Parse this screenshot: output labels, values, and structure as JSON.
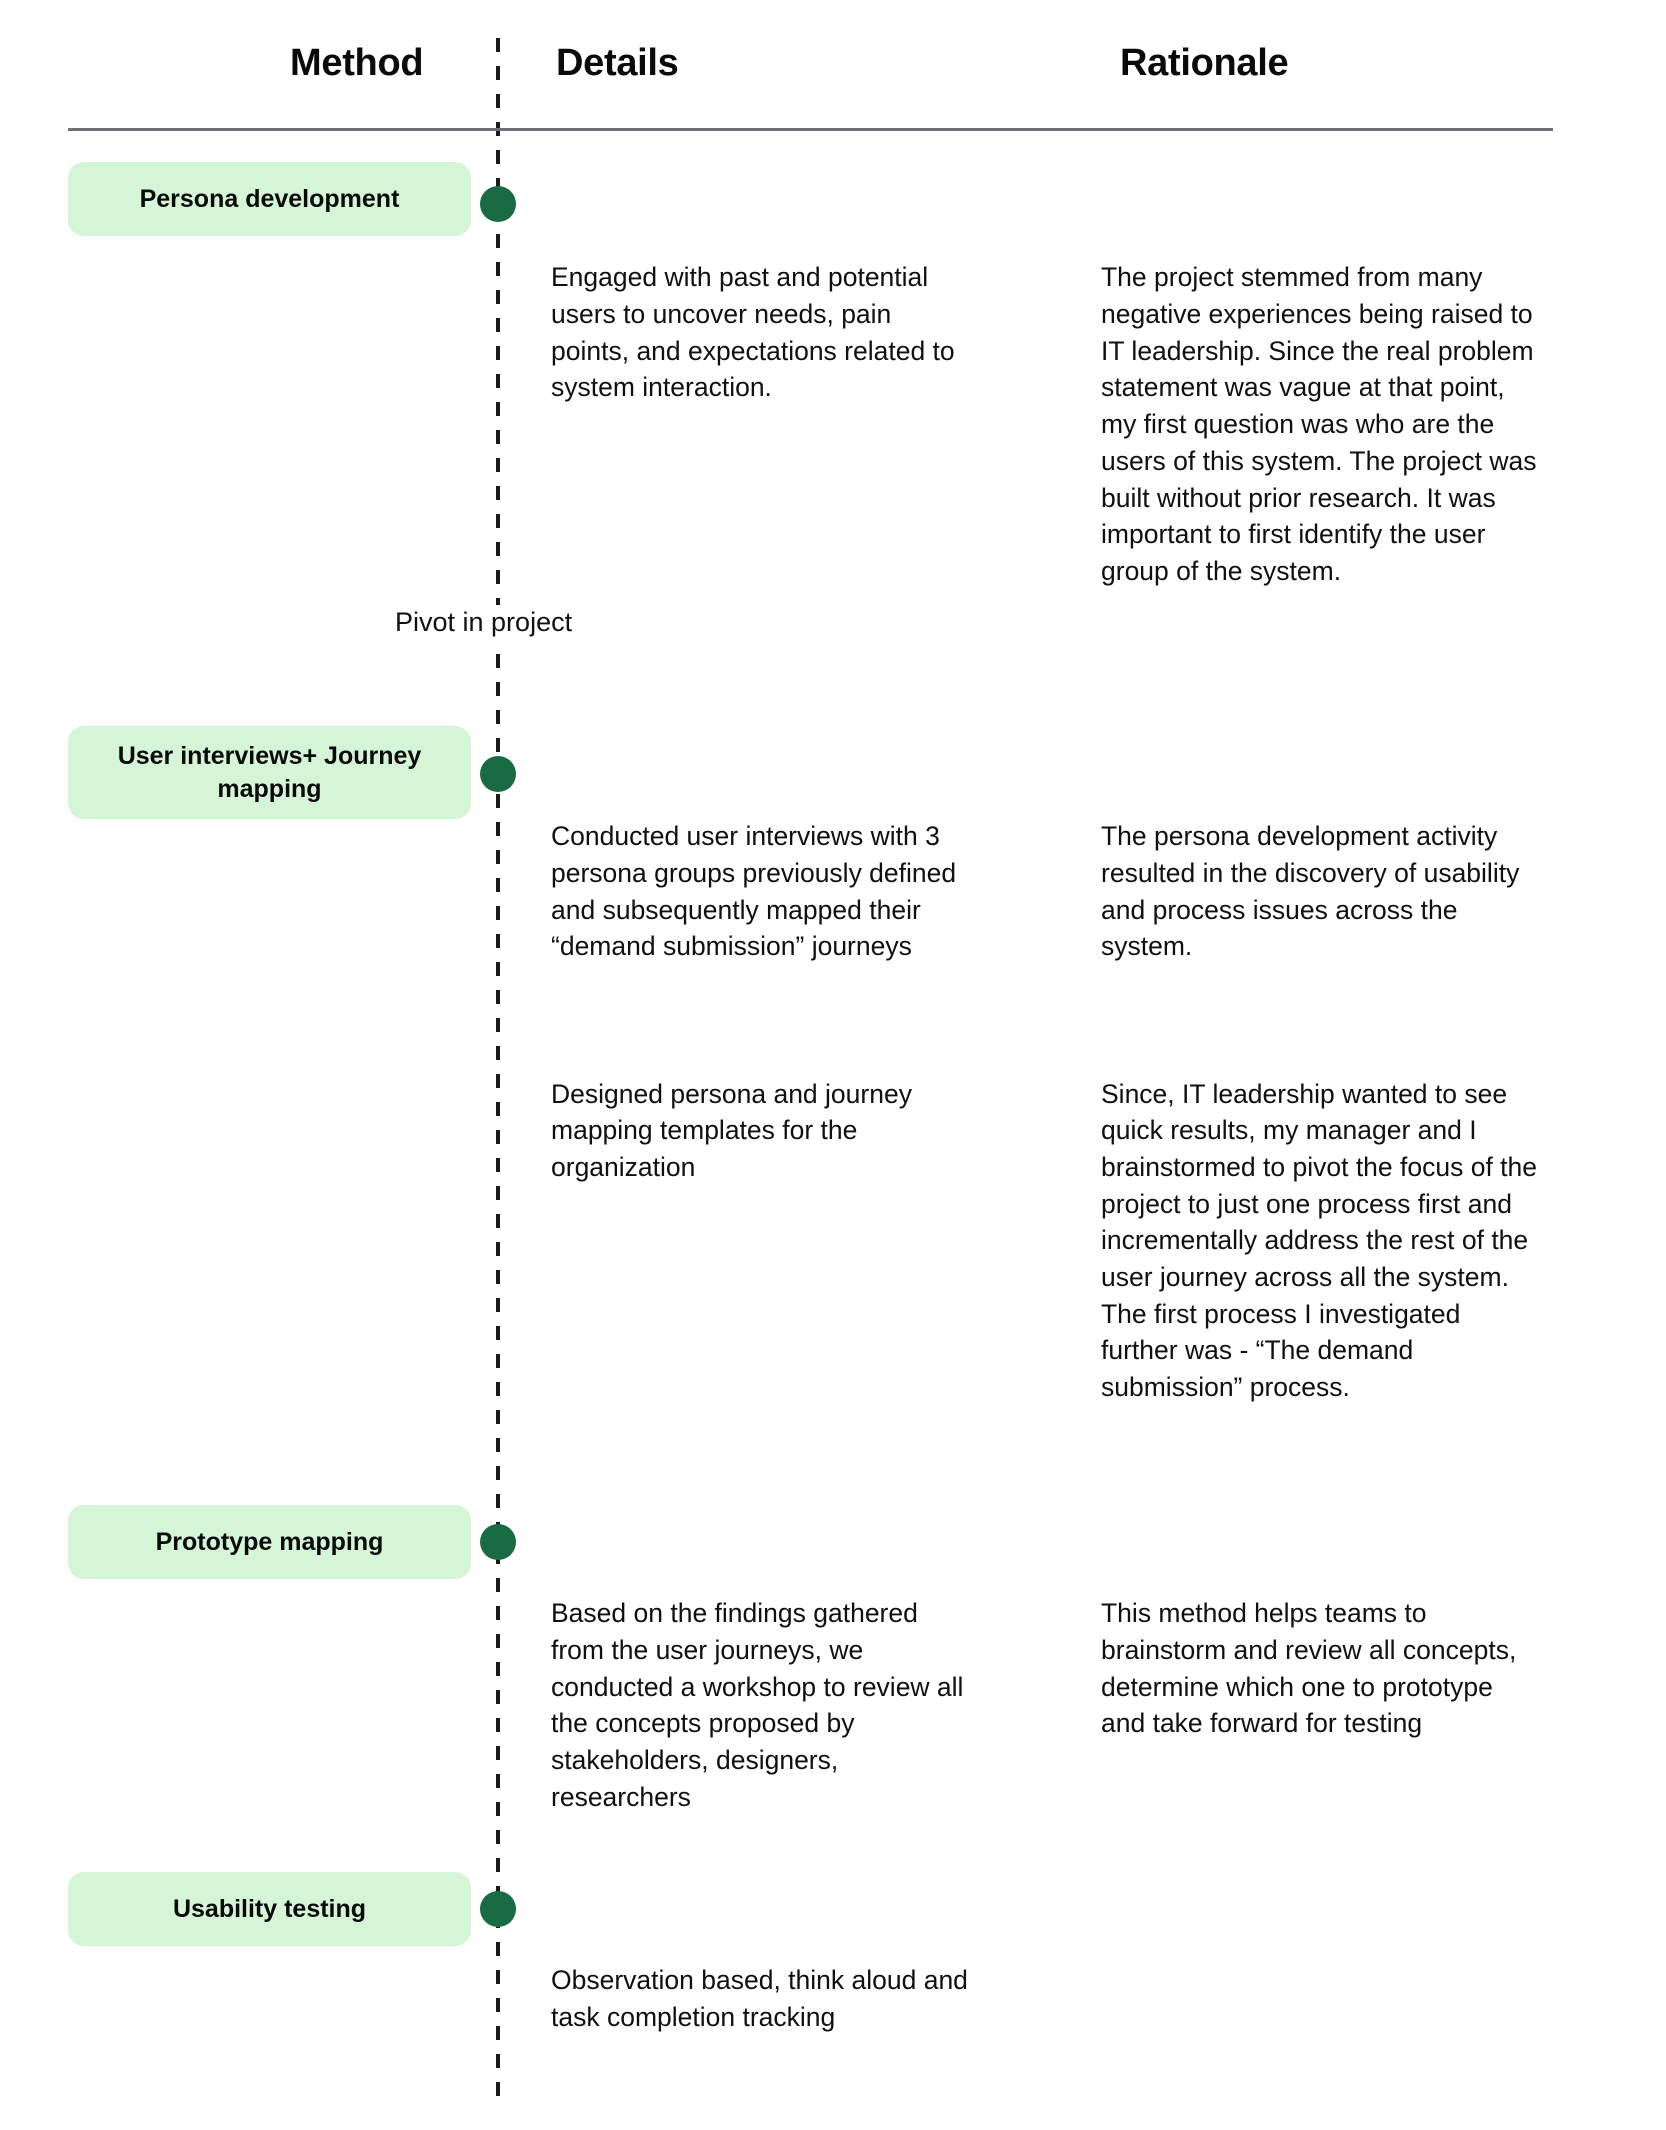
{
  "table": {
    "columns": [
      {
        "key": "method",
        "label": "Method"
      },
      {
        "key": "details",
        "label": "Details"
      },
      {
        "key": "rationale",
        "label": "Rationale"
      }
    ],
    "rows": [
      {
        "method": "Persona development",
        "details": [
          "Engaged with past and potential users to uncover needs, pain points, and expectations related to system interaction."
        ],
        "rationale": [
          "The project stemmed from many negative experiences being raised to IT leadership. Since the real problem statement was vague at that point, my first question was who are the users of this system. The project was built without prior research. It was important to first identify the user group of the system."
        ]
      },
      {
        "method": "User interviews+ Journey mapping",
        "details": [
          "Conducted user interviews with 3 persona groups previously defined and subsequently mapped their “demand submission” journeys",
          "Designed persona and journey mapping templates for the organization"
        ],
        "rationale": [
          "The persona development activity resulted in the discovery of usability and process issues across the system.",
          "Since, IT leadership wanted to see quick results, my manager and I brainstormed to pivot the focus of the project to just one process first and incrementally address the rest of the user journey across all the system. The first process I investigated further was - “The demand submission” process."
        ]
      },
      {
        "method": "Prototype mapping",
        "details": [
          "Based on the findings gathered from the user journeys, we conducted a workshop to review all the concepts proposed by stakeholders, designers, researchers"
        ],
        "rationale": [
          "This method helps teams to brainstorm and review all concepts, determine which one to prototype and take forward for testing"
        ]
      },
      {
        "method": "Usability testing",
        "details": [
          "Observation based, think aloud and task completion tracking"
        ],
        "rationale": []
      }
    ]
  },
  "annotations": {
    "pivot": "Pivot in project"
  },
  "colors": {
    "chip_background": "#d4f6d6",
    "node_dot": "#196b43",
    "header_rule": "#6e6e73",
    "text": "#101010",
    "page_background": "#ffffff"
  }
}
